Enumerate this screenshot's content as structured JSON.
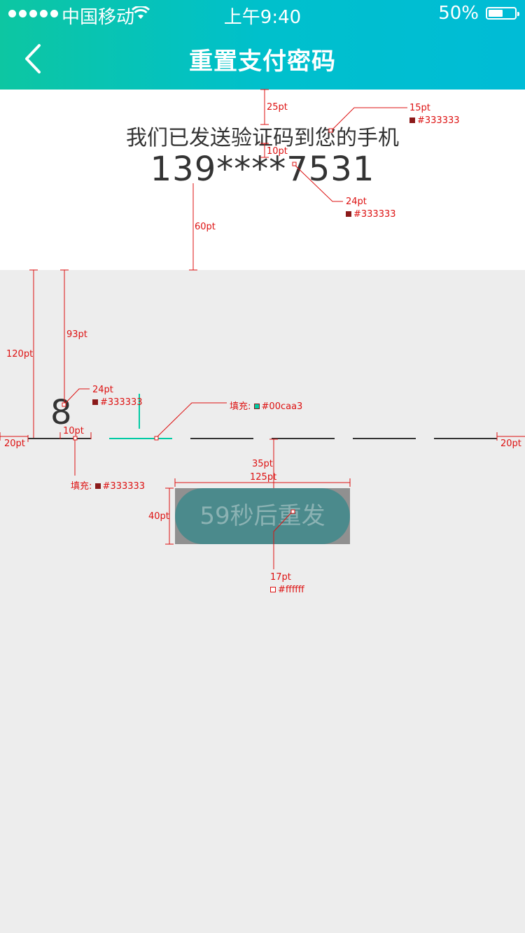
{
  "status_bar": {
    "carrier": "中国移动",
    "time": "上午9:40",
    "battery": "50%",
    "battery_level": 0.5
  },
  "nav": {
    "title": "重置支付密码",
    "back_icon": "chevron-left-icon"
  },
  "info": {
    "message": "我们已发送验证码到您的手机",
    "phone": "139****7531"
  },
  "code_input": {
    "entered_digit": "8",
    "slot_count": 6,
    "active_slot": 2
  },
  "resend": {
    "label": "59秒后重发"
  },
  "colors": {
    "accent": "#00caa3",
    "text": "#333333",
    "button_text": "#ffffff"
  },
  "annotations": {
    "a25": "25pt",
    "a15": "15pt",
    "c15": "#333333",
    "a10top": "10pt",
    "a24phone": "24pt",
    "c24phone": "#333333",
    "a60": "60pt",
    "a120": "120pt",
    "a93": "93pt",
    "a24digit": "24pt",
    "c24digit": "#333333",
    "fill_teal_label": "填充:",
    "fill_teal_color": "#00caa3",
    "a10gap": "10pt",
    "a20left": "20pt",
    "a20right": "20pt",
    "fill_dark_label": "填充:",
    "fill_dark_color": "#333333",
    "a35": "35pt",
    "a125": "125pt",
    "a40": "40pt",
    "a17": "17pt",
    "c17": "#ffffff"
  }
}
